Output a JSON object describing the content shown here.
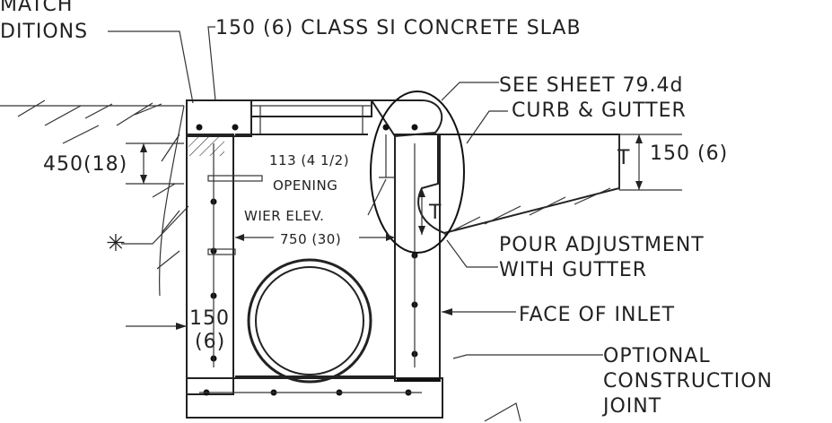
{
  "labels": {
    "match_top": "MATCH",
    "conditions": "DITIONS",
    "slab": "150 (6) CLASS SI CONCRETE SLAB",
    "see_sheet": "SEE SHEET 79.4d",
    "curb_gutter": "CURB & GUTTER",
    "depth_450": "450(18)",
    "opening_dim": "113 (4 1/2)",
    "opening": "OPENING",
    "wier": "WIER ELEV.",
    "width_750": "750 (30)",
    "curb_150": "150 (6)",
    "t_curb": "T",
    "t_gutter": "T",
    "pour1": "POUR ADJUSTMENT",
    "pour2": "WITH GUTTER",
    "face": "FACE OF INLET",
    "wall_150": "150",
    "wall_6": "(6)",
    "optional1": "OPTIONAL",
    "optional2": "CONSTRUCTION",
    "optional3": "JOINT",
    "asterisk": "✳"
  }
}
